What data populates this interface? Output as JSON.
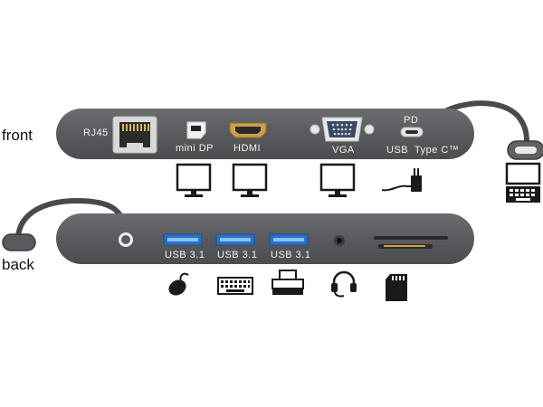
{
  "labels": {
    "front": "front",
    "back": "back"
  },
  "front_ports": {
    "rj45": "RJ45",
    "mini_dp": "mini DP",
    "hdmi": "HDMI",
    "vga": "VGA",
    "pd": "PD",
    "usb_c": "USB  Type C™"
  },
  "back_ports": {
    "usb1": "USB 3.1",
    "usb2": "USB 3.1",
    "usb3": "USB 3.1"
  },
  "colors": {
    "dock_body": "#5b5c5f",
    "usb_port_blue": "#2a6fc9",
    "cable": "#4a4a4c",
    "icon": "#1a1a1a"
  },
  "icons": [
    "monitor-icon",
    "power-adapter-icon",
    "laptop-icon",
    "mouse-icon",
    "keyboard-icon",
    "printer-icon",
    "headset-icon",
    "sd-card-icon"
  ]
}
